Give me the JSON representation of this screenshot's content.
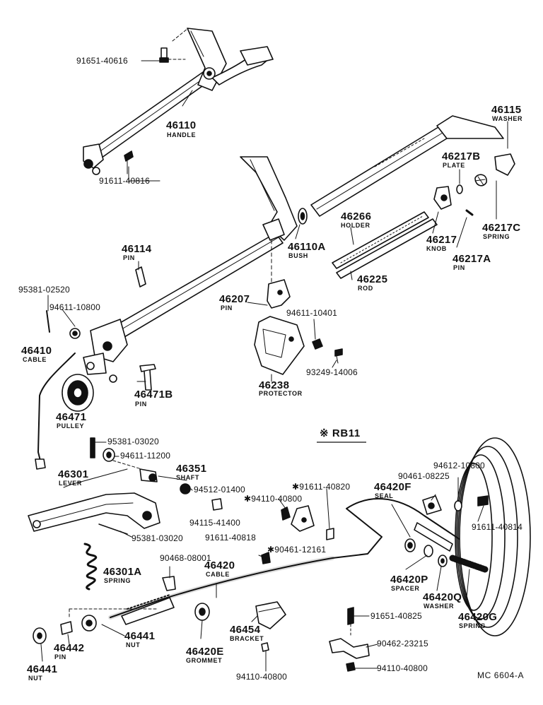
{
  "diagram_code": "MC 6604-A",
  "section_mark": "※ RB11",
  "parts": {
    "p46110": {
      "number": "46110",
      "name": "HANDLE"
    },
    "p91651_40616": {
      "number": "91651-40616"
    },
    "p91611_40816": {
      "number": "91611-40816"
    },
    "p46115": {
      "number": "46115",
      "name": "WASHER"
    },
    "p46217B": {
      "number": "46217B",
      "name": "PLATE"
    },
    "p46217C": {
      "number": "46217C",
      "name": "SPRING"
    },
    "p46266": {
      "number": "46266",
      "name": "HOLDER"
    },
    "p46217": {
      "number": "46217",
      "name": "KNOB"
    },
    "p46217A": {
      "number": "46217A",
      "name": "PIN"
    },
    "p46110A": {
      "number": "46110A",
      "name": "BUSH"
    },
    "p46225": {
      "number": "46225",
      "name": "ROD"
    },
    "p46114": {
      "number": "46114",
      "name": "PIN"
    },
    "p95381_02520": {
      "number": "95381-02520"
    },
    "p94611_10800": {
      "number": "94611-10800"
    },
    "p46207": {
      "number": "46207",
      "name": "PIN"
    },
    "p94611_10401": {
      "number": "94611-10401"
    },
    "p46410": {
      "number": "46410",
      "name": "CABLE"
    },
    "p93249_14006": {
      "number": "93249-14006"
    },
    "p46471": {
      "number": "46471",
      "name": "PULLEY"
    },
    "p46471B": {
      "number": "46471B",
      "name": "PIN"
    },
    "p46238": {
      "number": "46238",
      "name": "PROTECTOR"
    },
    "p95381_03020a": {
      "number": "95381-03020"
    },
    "p94611_11200": {
      "number": "94611-11200"
    },
    "p46301": {
      "number": "46301",
      "name": "LEVER"
    },
    "p46351": {
      "number": "46351",
      "name": "SHAFT"
    },
    "p94512_01400": {
      "number": "94512-01400"
    },
    "p94110_40800a": {
      "number": "✱94110-40800"
    },
    "p94115_41400": {
      "number": "94115-41400"
    },
    "p91611_40820": {
      "number": "✱91611-40820"
    },
    "p46420F": {
      "number": "46420F",
      "name": "SEAL"
    },
    "p90461_08225": {
      "number": "90461-08225"
    },
    "p94612_10800": {
      "number": "94612-10800"
    },
    "p91611_40814": {
      "number": "91611-40814"
    },
    "p95381_03020b": {
      "number": "95381-03020"
    },
    "p91611_40818": {
      "number": "91611-40818"
    },
    "p90461_12161": {
      "number": "✱90461-12161"
    },
    "p46301A": {
      "number": "46301A",
      "name": "SPRING"
    },
    "p90468_08001": {
      "number": "90468-08001"
    },
    "p46420": {
      "number": "46420",
      "name": "CABLE"
    },
    "p46420P": {
      "number": "46420P",
      "name": "SPACER"
    },
    "p46420Q": {
      "number": "46420Q",
      "name": "WASHER"
    },
    "p46420G": {
      "number": "46420G",
      "name": "SPRING"
    },
    "p91651_40825": {
      "number": "91651-40825"
    },
    "p46441a": {
      "number": "46441",
      "name": "NUT"
    },
    "p46454": {
      "number": "46454",
      "name": "BRACKET"
    },
    "p46442": {
      "number": "46442",
      "name": "PIN"
    },
    "p46420E": {
      "number": "46420E",
      "name": "GROMMET"
    },
    "p90462_23215": {
      "number": "90462-23215"
    },
    "p46441b": {
      "number": "46441",
      "name": "NUT"
    },
    "p94110_40800b": {
      "number": "94110-40800"
    }
  }
}
